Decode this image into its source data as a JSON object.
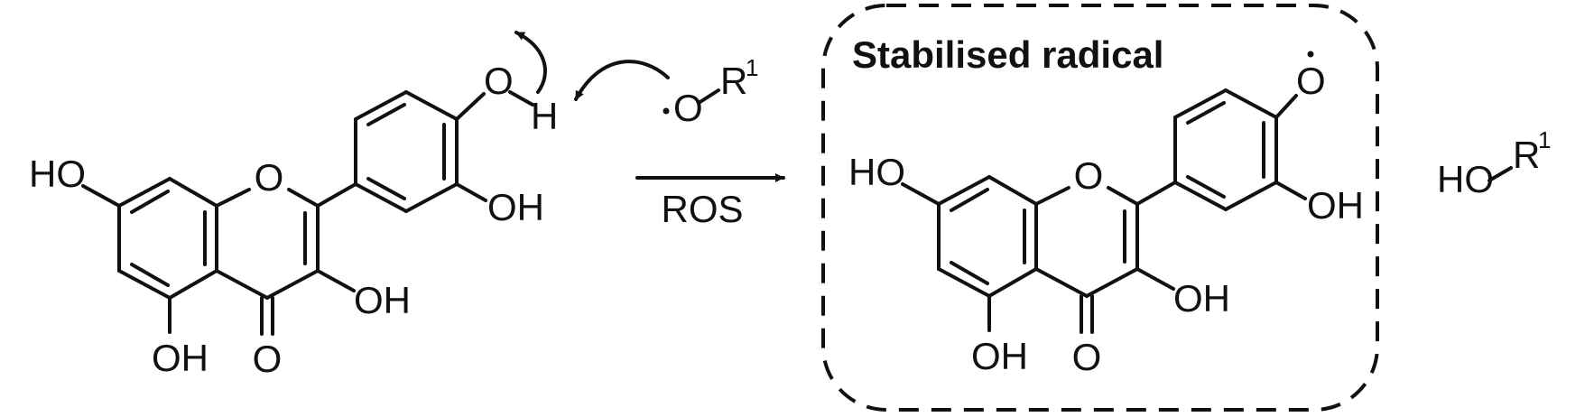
{
  "title": "Stabilised radical",
  "reagent_label": "ROS",
  "atoms": {
    "O": "O",
    "H": "H",
    "OH": "OH",
    "HO": "HO",
    "R": "R",
    "one": "1"
  }
}
